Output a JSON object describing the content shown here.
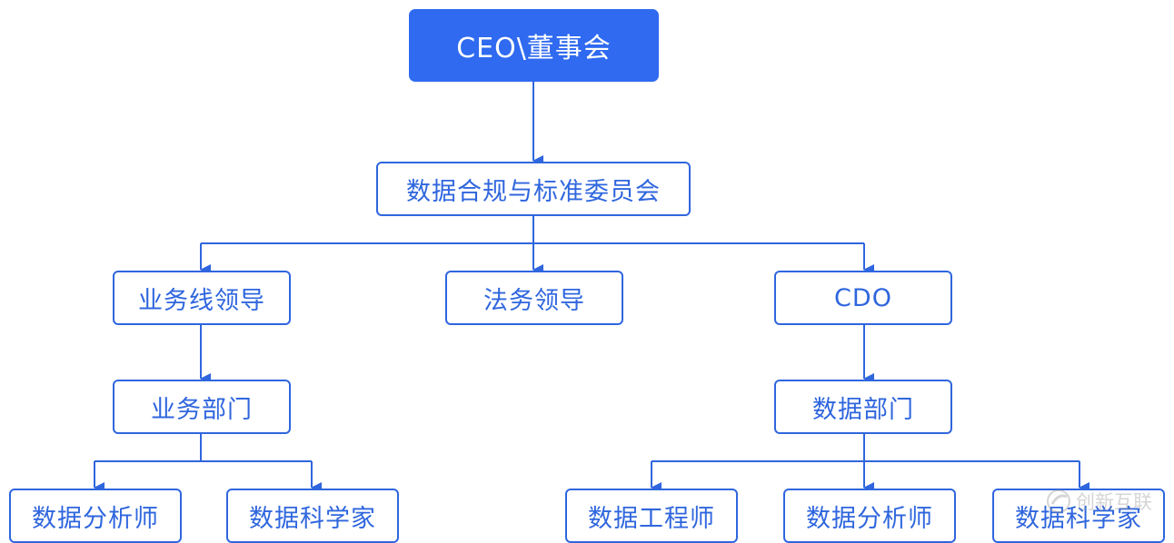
{
  "colors": {
    "accent": "#2f66de",
    "root_fill": "#2f6af0",
    "root_text": "#ffffff",
    "node_fill": "#ffffff"
  },
  "nodes": {
    "ceo": "CEO\\董事会",
    "committee": "数据合规与标准委员会",
    "biz_lead": "业务线领导",
    "legal_lead": "法务领导",
    "cdo": "CDO",
    "biz_dept": "业务部门",
    "data_dept": "数据部门",
    "biz_analyst": "数据分析师",
    "biz_scientist": "数据科学家",
    "data_engineer": "数据工程师",
    "data_analyst": "数据分析师",
    "data_scientist": "数据科学家"
  },
  "watermark": {
    "icon": "swirl-logo-icon",
    "text": "创新互联"
  }
}
